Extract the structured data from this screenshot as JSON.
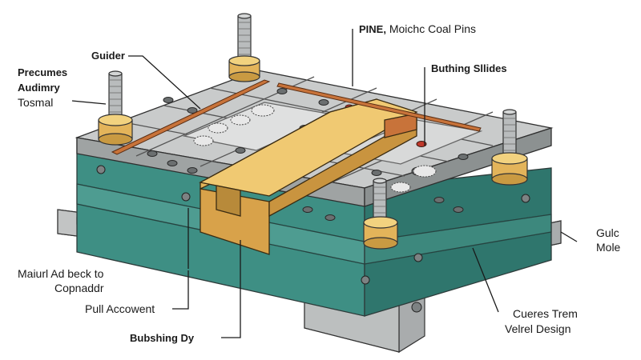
{
  "labels": {
    "guider": "Guider",
    "precumes": "Precumes",
    "audimry": "Audimry",
    "tosmal": "Tosmal",
    "pine_bold": "PINE,",
    "pine_rest": " Moichc Coal Pins",
    "buthing_slides": "Buthing Sllides",
    "gulc": "Gulc",
    "mole": "Mole",
    "maiurl_line1": "Maiurl Ad beck to",
    "maiurl_line2": "Copnaddr",
    "pull": "Pull Accowent",
    "bubshing": "Bubshing Dy",
    "cueres": "Cueres Trem",
    "velrel": "Velrel Design"
  },
  "colors": {
    "teal": "#3e8f84",
    "steel": "#c4c6c6",
    "brass": "#e3b45a",
    "rust": "#c8733a"
  }
}
